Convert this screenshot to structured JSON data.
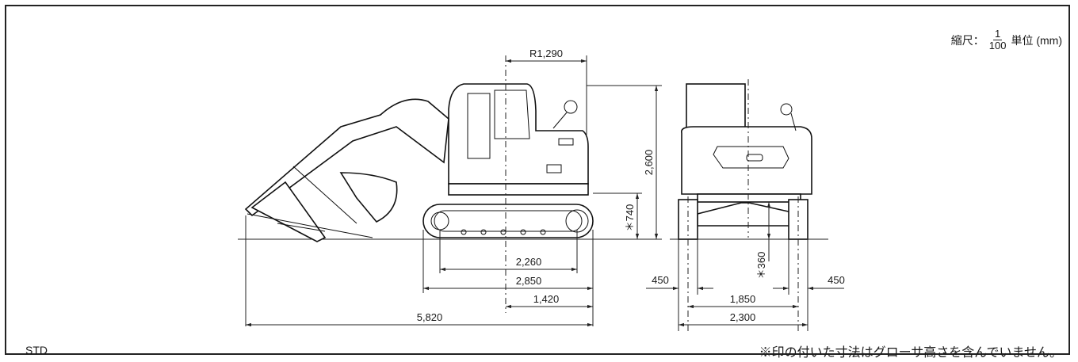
{
  "scale": {
    "prefix": "縮尺：",
    "numerator": "1",
    "denominator": "100",
    "unit": "単位 (mm)"
  },
  "variant_label": "STD",
  "footnote": "※印の付いた寸法はグローサ高さを含んでいません。",
  "side_view": {
    "tail_radius": "R1,290",
    "overall_height": "2,600",
    "counterweight_clearance": "＊740",
    "tumbler_distance": "2,260",
    "crawler_length": "2,850",
    "tail_length": "1,420",
    "overall_length": "5,820"
  },
  "front_view": {
    "ground_clearance": "＊360",
    "shoe_width_left": "450",
    "shoe_width_right": "450",
    "track_gauge": "1,850",
    "crawler_width": "2,300"
  }
}
